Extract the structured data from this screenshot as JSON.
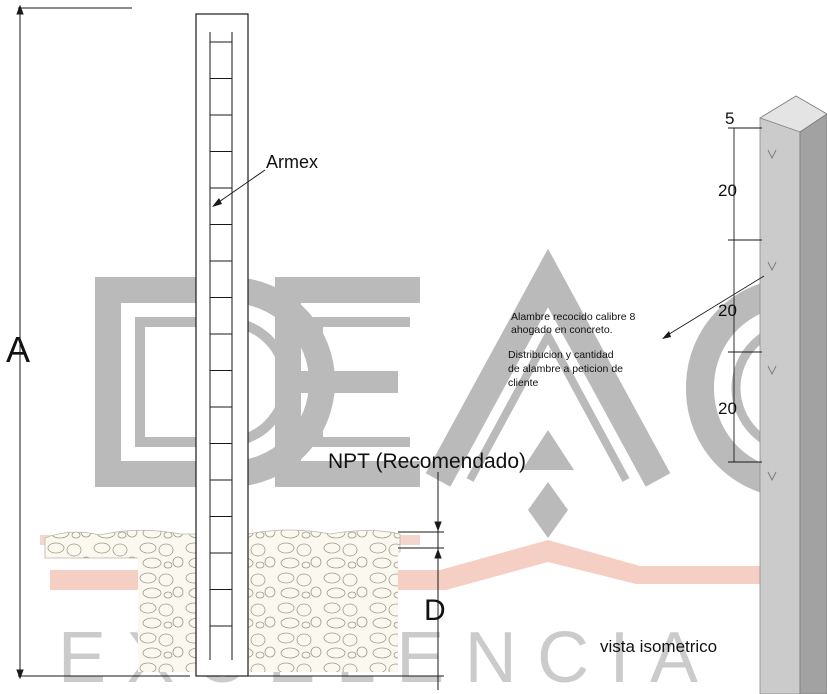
{
  "watermark": {
    "brand_text": "DEAC",
    "sub_text": "EXCELENCIA",
    "colors": {
      "gray": "#9a9a9a",
      "accent": "#f2bfae"
    }
  },
  "labels": {
    "dimension_a": "A",
    "armex": "Armex",
    "npt": "NPT (Recomendado)",
    "dimension_d": "D",
    "iso_view": "vista isometrico",
    "wire_note_line1": "Alambre recocido calibre 8",
    "wire_note_line2": "ahogado en concreto.",
    "distribution_note_line1": "Distribucion y cantidad",
    "distribution_note_line2": "de alambre a peticion de",
    "distribution_note_line3": "cliente"
  },
  "spacing": {
    "top": "5",
    "gaps": [
      "20",
      "20",
      "20"
    ]
  },
  "colors": {
    "line": "#1a1a1a",
    "post_front": "#c8c8c8",
    "post_side": "#9e9e9e",
    "post_top": "#e2e2e2",
    "gravel": "#fbf8ef"
  }
}
